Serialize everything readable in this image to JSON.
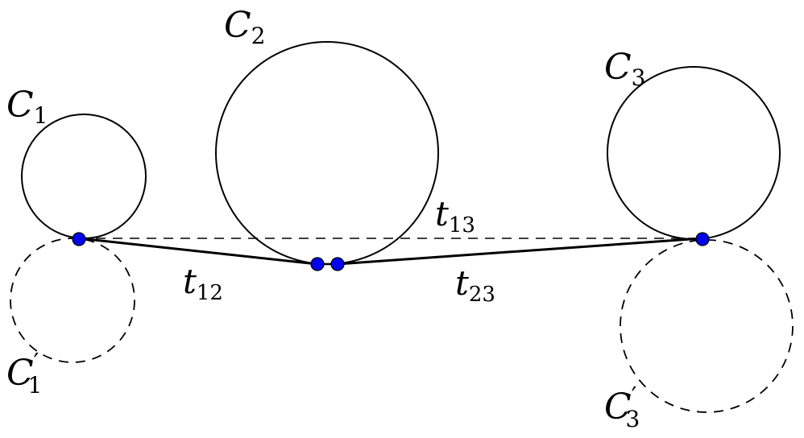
{
  "diagram": {
    "labels": {
      "c1": {
        "base": "C",
        "sub": "1",
        "prime": ""
      },
      "c2": {
        "base": "C",
        "sub": "2",
        "prime": ""
      },
      "c3": {
        "base": "C",
        "sub": "3",
        "prime": ""
      },
      "c1p": {
        "base": "C",
        "sub": "1",
        "prime": "′"
      },
      "c3p": {
        "base": "C",
        "sub": "3",
        "prime": "′"
      },
      "t12": {
        "base": "t",
        "sub": "12"
      },
      "t13": {
        "base": "t",
        "sub": "13"
      },
      "t23": {
        "base": "t",
        "sub": "23"
      }
    },
    "colors": {
      "point": "#0000ee",
      "stroke": "#000000"
    }
  }
}
